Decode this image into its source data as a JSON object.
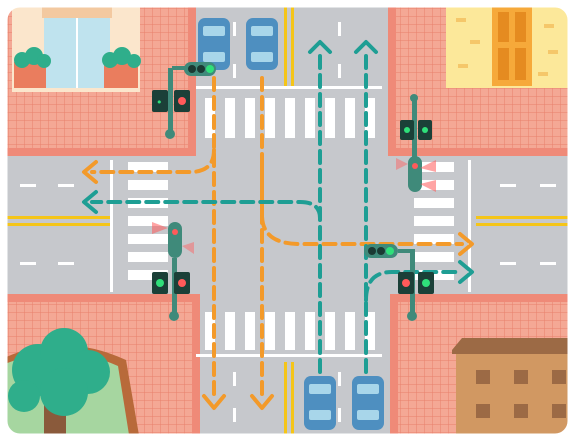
{
  "scene": {
    "kind": "four-way intersection illustration",
    "colors": {
      "road": "#c6c8cc",
      "sidewalk_tile": "#f19b86",
      "curb": "#ef8a78",
      "lane_white": "#ffffff",
      "lane_yellow": "#f5c518",
      "arrow_orange": "#f39a2a",
      "arrow_teal": "#1e9e94",
      "car_body": "#4e8fc0",
      "car_window": "#a8d6ea",
      "signal_pole": "#3f8a7a",
      "house_wall": "#fbe6cc",
      "house_yellow": "#fce89a",
      "door": "#f6a93a",
      "tree": "#2fae8b",
      "building": "#d19862"
    },
    "icons": [
      "car-icon",
      "traffic-light-icon",
      "pedestrian-signal-icon",
      "tree-icon",
      "building-icon",
      "door-icon",
      "window-icon"
    ],
    "movements": [
      {
        "color": "orange",
        "from": "north",
        "to": "west",
        "turn": "right"
      },
      {
        "color": "orange",
        "from": "north",
        "to": "east",
        "turn": "left"
      },
      {
        "color": "orange",
        "from": "north",
        "to": "south",
        "turn": "straight"
      },
      {
        "color": "teal",
        "from": "south",
        "to": "north",
        "turn": "straight"
      },
      {
        "color": "teal",
        "from": "south",
        "to": "west",
        "turn": "left"
      },
      {
        "color": "teal",
        "from": "south",
        "to": "east",
        "turn": "right"
      }
    ]
  }
}
